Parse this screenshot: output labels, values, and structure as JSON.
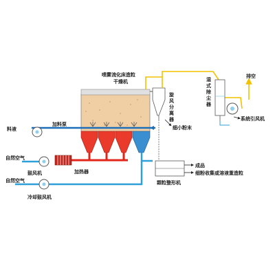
{
  "labels": {
    "dryer_title_1": "喷雾流化床造粒",
    "dryer_title_2": "干燥机",
    "cyclone": [
      "旋",
      "风",
      "分",
      "离",
      "器"
    ],
    "wet_dust": [
      "湿",
      "式",
      "除",
      "尘",
      "器"
    ],
    "exhaust": "排空",
    "system_fan": "系统引风机",
    "fine_powder": "细小粉末",
    "feed_liquid": "料液",
    "feed_pump": "加料泵",
    "natural_air_1": "自然空气",
    "natural_air_2": "自然空气",
    "heater": "加热器",
    "blower": "鼓风机",
    "cooling_blower": "冷却鼓风机",
    "granulator": "颗粒整形机",
    "product": "成品",
    "fines_return": "细粉收集或溶液重造粒"
  },
  "colors": {
    "feed_line": "#1b6fb8",
    "cold_air": "#2e9fd9",
    "hot_air": "#e0251b",
    "exhaust_yellow": "#f2c200",
    "chamber_fill": "#f1cfa4",
    "hopper": "#e93a2c",
    "equipment_blue": "#8fcfea"
  },
  "icons": [
    "fan-icon",
    "pump-icon",
    "heater-coil-icon",
    "arrow-icon"
  ]
}
